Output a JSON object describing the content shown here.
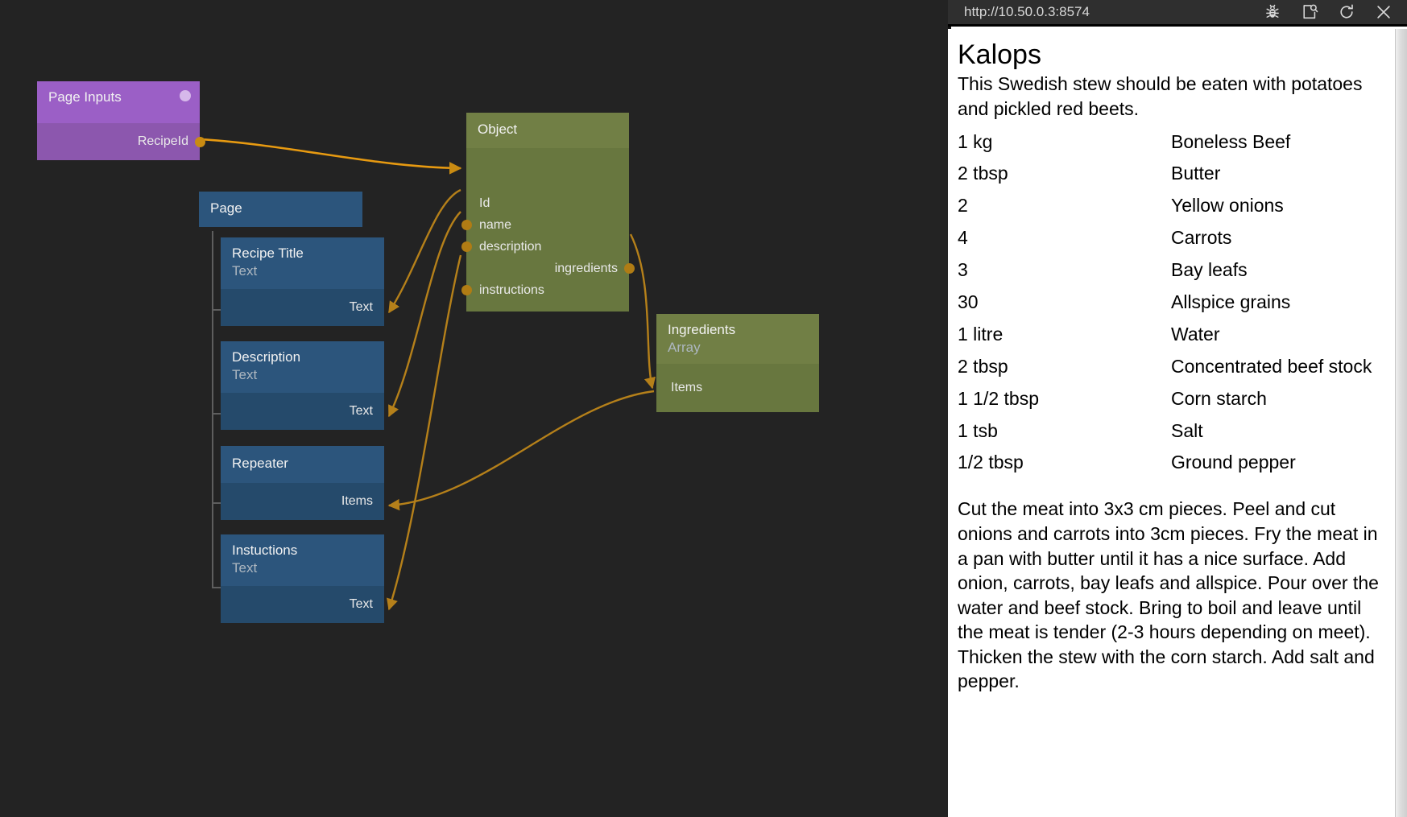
{
  "colors": {
    "canvas_bg": "#232323",
    "wire": "#c98b12",
    "node_purple_header": "#9b5fc6",
    "node_purple_body": "#8c57ae",
    "node_blue_header": "#2c557c",
    "node_blue_body": "#254a6b",
    "node_green_header": "#717f45",
    "node_green_body": "#68773f",
    "toolbar_bg": "#2f2f2f",
    "panel_bg": "#ffffff"
  },
  "graph": {
    "nodes": {
      "page_inputs": {
        "title": "Page Inputs",
        "ports": [
          {
            "label": "RecipeId",
            "dir": "out"
          }
        ]
      },
      "page": {
        "title": "Page"
      },
      "recipe_title": {
        "title": "Recipe Title",
        "subtitle": "Text",
        "ports": [
          {
            "label": "Text",
            "dir": "in"
          }
        ]
      },
      "description": {
        "title": "Description",
        "subtitle": "Text",
        "ports": [
          {
            "label": "Text",
            "dir": "in"
          }
        ]
      },
      "repeater": {
        "title": "Repeater",
        "subtitle": "",
        "ports": [
          {
            "label": "Items",
            "dir": "in"
          }
        ]
      },
      "instuctions": {
        "title": "Instuctions",
        "subtitle": "Text",
        "ports": [
          {
            "label": "Text",
            "dir": "in"
          }
        ]
      },
      "object": {
        "title": "Object",
        "inputs": [
          "Id",
          "name",
          "description",
          "instructions"
        ],
        "outputs": [
          "ingredients"
        ]
      },
      "ingredients": {
        "title": "Ingredients",
        "subtitle": "Array",
        "ports": [
          {
            "label": "Items",
            "dir": "in"
          }
        ]
      }
    }
  },
  "browser": {
    "url": "http://10.50.0.3:8574",
    "icons": [
      {
        "name": "bug-icon",
        "label": "Debug"
      },
      {
        "name": "view-source-icon",
        "label": "View source"
      },
      {
        "name": "reload-icon",
        "label": "Reload"
      },
      {
        "name": "close-icon",
        "label": "Close"
      }
    ]
  },
  "recipe": {
    "title": "Kalops",
    "description": "This Swedish stew should be eaten with potatoes and pickled red beets.",
    "ingredients": [
      {
        "qty": "1 kg",
        "item": "Boneless Beef"
      },
      {
        "qty": "2 tbsp",
        "item": "Butter"
      },
      {
        "qty": "2",
        "item": "Yellow onions"
      },
      {
        "qty": "4",
        "item": "Carrots"
      },
      {
        "qty": "3",
        "item": "Bay leafs"
      },
      {
        "qty": "30",
        "item": "Allspice grains"
      },
      {
        "qty": "1 litre",
        "item": "Water"
      },
      {
        "qty": "2 tbsp",
        "item": "Concentrated beef stock"
      },
      {
        "qty": "1 1/2 tbsp",
        "item": "Corn starch"
      },
      {
        "qty": "1 tsb",
        "item": "Salt"
      },
      {
        "qty": "1/2 tbsp",
        "item": "Ground pepper"
      }
    ],
    "instructions": "Cut the meat into 3x3 cm pieces. Peel and cut onions and carrots into 3cm pieces. Fry the meat in a pan with butter until it has a nice surface. Add onion, carrots, bay leafs and allspice. Pour over the water and beef stock. Bring to boil and leave until the meat is tender (2-3 hours depending on meet). Thicken the stew with the corn starch. Add salt and pepper."
  }
}
